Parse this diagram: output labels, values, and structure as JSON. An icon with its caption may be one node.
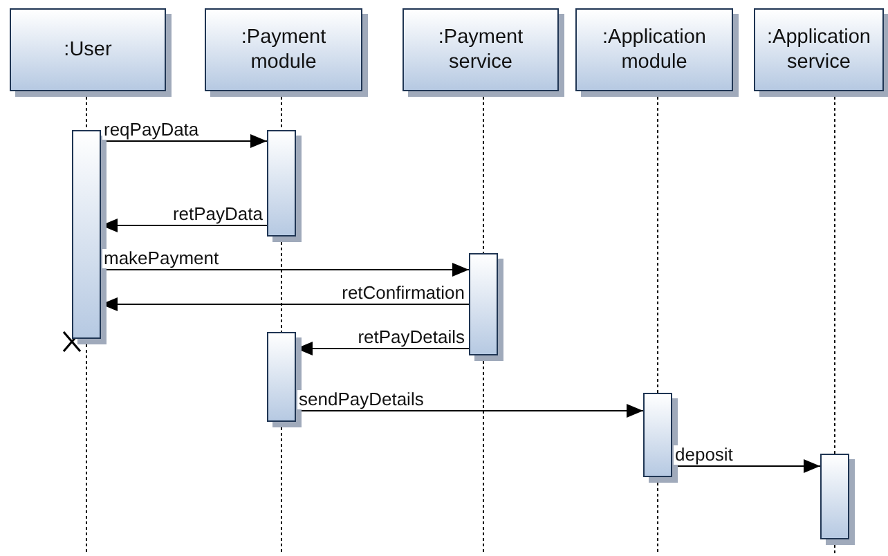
{
  "diagram": {
    "nodes": [
      {
        "text": [
          ":User"
        ]
      },
      {
        "text": [
          ":Payment module"
        ]
      },
      {
        "text": [
          ":Payment service"
        ]
      },
      {
        "text": [
          ":Application module"
        ]
      },
      {
        "text": [
          ":Application service"
        ]
      },
      {
        "text": [],
        "shape": "bar"
      },
      {
        "text": [],
        "shape": "bar"
      },
      {
        "text": [],
        "shape": "bar"
      },
      {
        "text": [],
        "shape": "bar"
      },
      {
        "text": [],
        "shape": "bar"
      },
      {
        "text": [],
        "shape": "bar"
      }
    ],
    "edges": [
      {
        "from": 5,
        "to": 6,
        "arrow": "to",
        "label": "reqPayData"
      },
      {
        "from": 6,
        "to": 5,
        "arrow": "to",
        "label": "retPayData"
      },
      {
        "from": 5,
        "to": 7,
        "arrow": "to",
        "label": "makePayment"
      },
      {
        "from": 7,
        "to": 5,
        "arrow": "to",
        "label": "retConfirmation"
      },
      {
        "from": 7,
        "to": 8,
        "arrow": "to",
        "label": "retPayDetails"
      },
      {
        "from": 8,
        "to": 9,
        "arrow": "to",
        "label": "sendPayDetails"
      },
      {
        "from": 9,
        "to": 10,
        "arrow": "to",
        "label": "deposit"
      },
      {
        "from": 0,
        "to": 5,
        "arrow": "none",
        "style": "dashed"
      },
      {
        "from": 1,
        "to": 6,
        "arrow": "none",
        "style": "dashed"
      },
      {
        "from": 6,
        "to": 8,
        "arrow": "none",
        "style": "dashed"
      },
      {
        "from": 2,
        "to": 7,
        "arrow": "none",
        "style": "dashed"
      },
      {
        "from": 3,
        "to": 9,
        "arrow": "none",
        "style": "dashed"
      },
      {
        "from": 4,
        "to": 10,
        "arrow": "none",
        "style": "dashed"
      },
      {
        "from": 5,
        "to": null,
        "arrow": "none",
        "style": "dashed"
      },
      {
        "from": 8,
        "to": null,
        "arrow": "none",
        "style": "dashed"
      },
      {
        "from": 7,
        "to": null,
        "arrow": "none",
        "style": "dashed"
      },
      {
        "from": 9,
        "to": null,
        "arrow": "none",
        "style": "dashed"
      },
      {
        "from": 10,
        "to": null,
        "arrow": "none",
        "style": "dashed"
      }
    ]
  }
}
